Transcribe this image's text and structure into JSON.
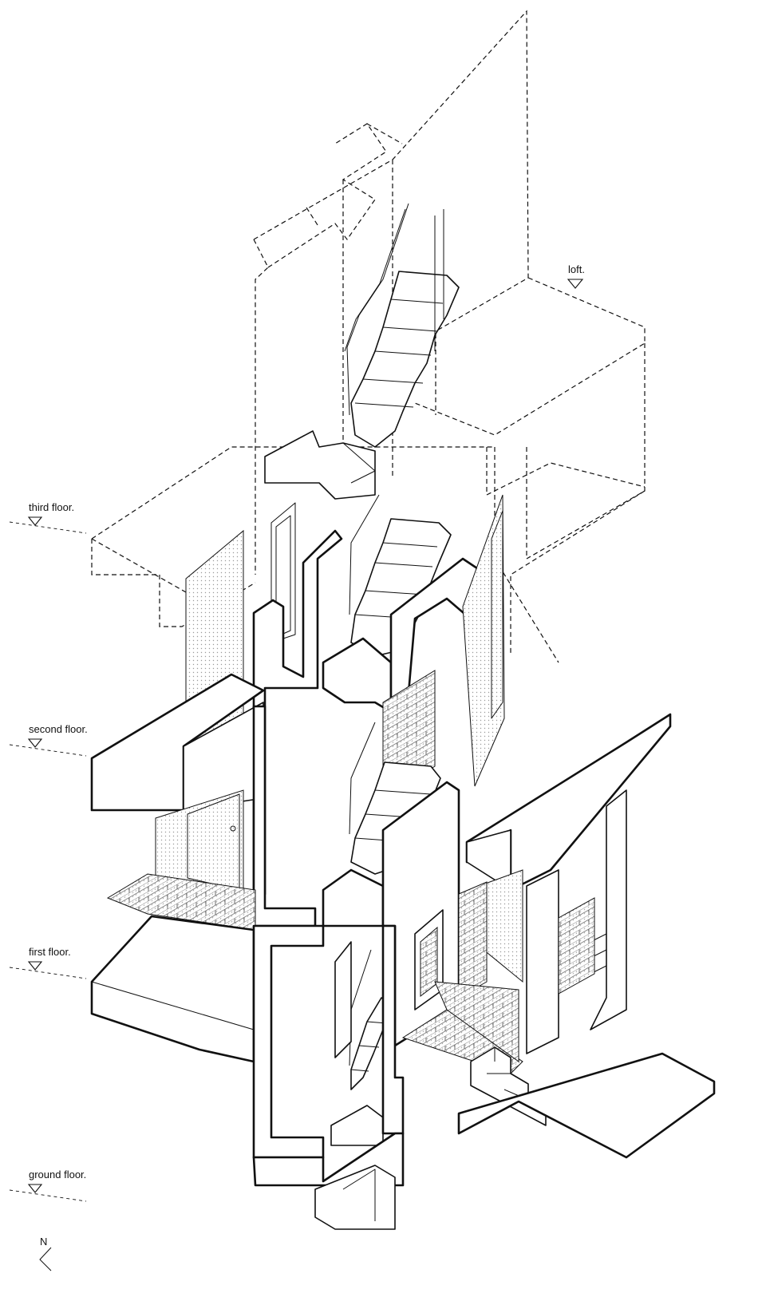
{
  "levels": [
    {
      "key": "loft",
      "label": "loft."
    },
    {
      "key": "third",
      "label": "third floor."
    },
    {
      "key": "second",
      "label": "second floor."
    },
    {
      "key": "first",
      "label": "first floor."
    },
    {
      "key": "ground",
      "label": "ground floor."
    }
  ],
  "north": {
    "label": "N",
    "icon": "north-arrow-icon"
  },
  "colors": {
    "line": "#111111",
    "paper": "#ffffff"
  }
}
